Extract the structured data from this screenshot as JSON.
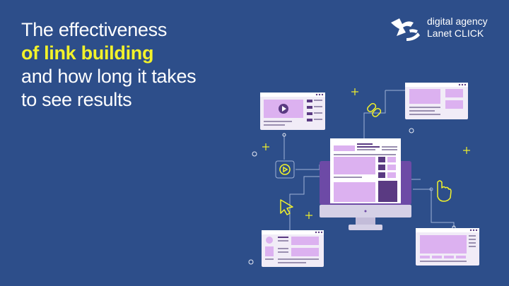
{
  "headline": {
    "line1": "The effectiveness",
    "line2": "of link building",
    "line3": "and how long it takes",
    "line4": "to see results"
  },
  "brand": {
    "line1": "digital agency",
    "line2": "Lanet CLICK",
    "logo_icon": "lanet-click-logo-icon"
  },
  "colors": {
    "background": "#2d4e8a",
    "accent": "#f2f22a",
    "window_fill": "#f1ecf7",
    "block_fill": "#dcb1f0",
    "dark_block": "#5a3a82",
    "monitor_frame": "#6d4aa6",
    "monitor_stand": "#d5d0e6",
    "line": "#9fb2d6"
  },
  "illustration": {
    "icons": [
      "video-play-icon",
      "chain-link-icon",
      "cursor-arrow-icon",
      "hand-pointer-icon",
      "sparkle-plus-icon"
    ]
  }
}
